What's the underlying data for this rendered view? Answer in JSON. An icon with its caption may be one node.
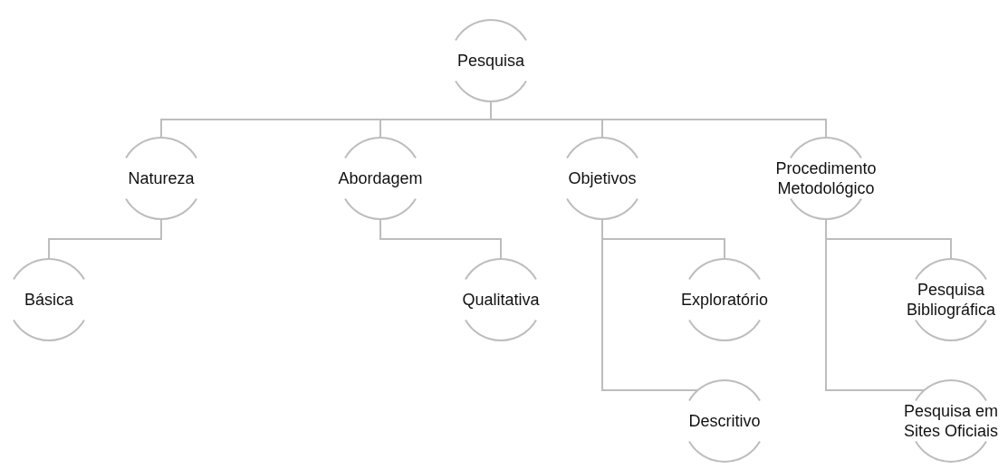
{
  "diagram": {
    "nodes": [
      {
        "text": [
          "Pesquisa"
        ]
      },
      {
        "text": [
          "Natureza"
        ]
      },
      {
        "text": [
          "Abordagem"
        ]
      },
      {
        "text": [
          "Objetivos"
        ]
      },
      {
        "text": [
          "Procedimento Metodológico"
        ]
      },
      {
        "text": [
          "Básica"
        ]
      },
      {
        "text": [
          "Qualitativa"
        ]
      },
      {
        "text": [
          "Exploratório"
        ]
      },
      {
        "text": [
          "Descritivo"
        ]
      },
      {
        "text": [
          "Pesquisa Bibliográfica"
        ]
      },
      {
        "text": [
          "Pesquisa em Sites Oficiais"
        ]
      }
    ],
    "edges": [
      {
        "from": 0,
        "to": 1,
        "arrow": "none"
      },
      {
        "from": 0,
        "to": 2,
        "arrow": "none"
      },
      {
        "from": 0,
        "to": 3,
        "arrow": "none"
      },
      {
        "from": 0,
        "to": 4,
        "arrow": "none"
      },
      {
        "from": 1,
        "to": 5,
        "arrow": "none"
      },
      {
        "from": 2,
        "to": 6,
        "arrow": "none"
      },
      {
        "from": 3,
        "to": 7,
        "arrow": "none"
      },
      {
        "from": 3,
        "to": 8,
        "arrow": "none"
      },
      {
        "from": 4,
        "to": 9,
        "arrow": "none"
      },
      {
        "from": 4,
        "to": 10,
        "arrow": "none"
      }
    ]
  }
}
